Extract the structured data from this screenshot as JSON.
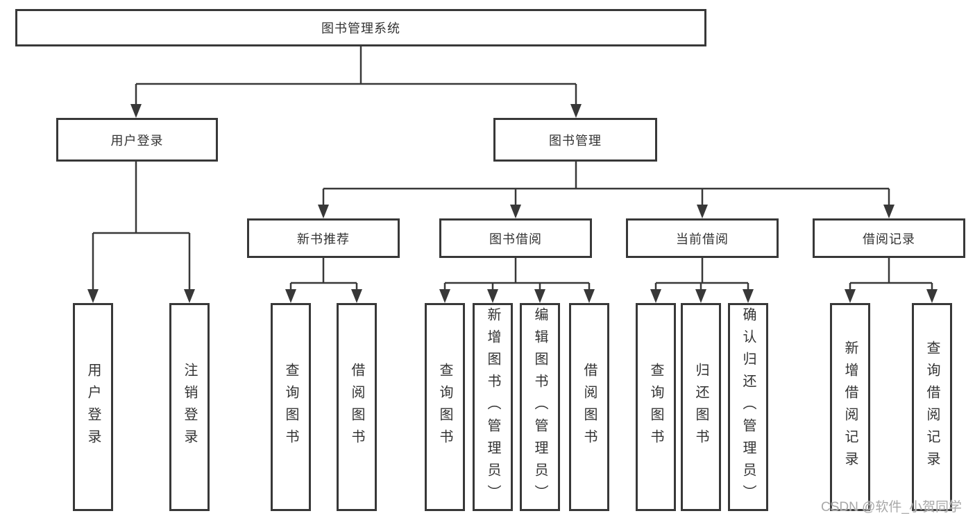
{
  "diagram_title": "图书管理系统",
  "tree": {
    "root": {
      "label": "图书管理系统"
    },
    "children": [
      {
        "label": "用户登录",
        "children": [
          "用户登录",
          "注销登录"
        ]
      },
      {
        "label": "图书管理",
        "children": [
          {
            "label": "新书推荐",
            "children": [
              "查询图书",
              "借阅图书"
            ]
          },
          {
            "label": "图书借阅",
            "children": [
              "查询图书",
              "新增图书（管理员）",
              "编辑图书（管理员）",
              "借阅图书"
            ]
          },
          {
            "label": "当前借阅",
            "children": [
              "查询图书",
              "归还图书",
              "确认归还（管理员）"
            ]
          },
          {
            "label": "借阅记录",
            "children": [
              "新增借阅记录",
              "查询借阅记录"
            ]
          }
        ]
      }
    ]
  },
  "watermark": "CSDN @软件_小贺同学",
  "colors": {
    "line": "#383838",
    "text": "#333333",
    "background": "#ffffff",
    "watermark": "#a8a8a8"
  }
}
